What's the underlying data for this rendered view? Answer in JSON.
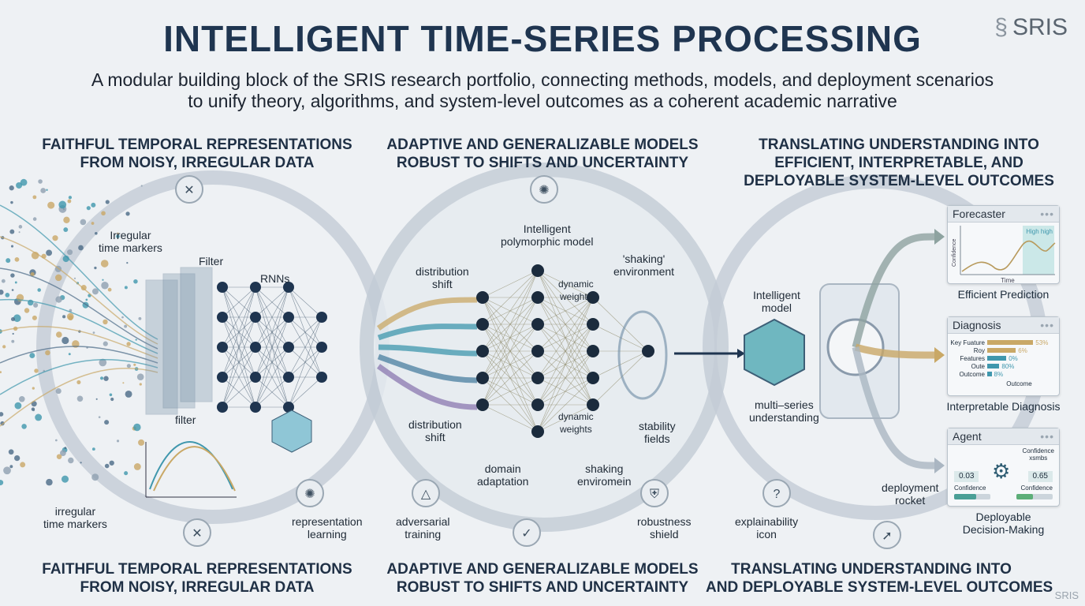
{
  "title": "INTELLIGENT TIME-SERIES PROCESSING",
  "subtitle": [
    "A modular building block of the SRIS research portfolio, connecting methods, models, and deployment scenarios",
    "to unify theory, algorithms, and system-level outcomes as a coherent academic narrative"
  ],
  "logo": "SRIS",
  "watermark": "SRIS",
  "headings_top": [
    "FAITHFUL TEMPORAL REPRESENTATIONS\nFROM NOISY, IRREGULAR DATA",
    "ADAPTIVE AND GENERALIZABLE MODELS\nROBUST TO SHIFTS AND UNCERTAINTY",
    "TRANSLATING UNDERSTANDING INTO\nEFFICIENT, INTERPRETABLE, AND\nDEPLOYABLE SYSTEM-LEVEL OUTCOMES"
  ],
  "headings_bottom": [
    "FAITHFUL TEMPORAL REPRESENTATIONS\nFROM NOISY, IRREGULAR DATA",
    "ADAPTIVE AND GENERALIZABLE MODELS\nROBUST TO SHIFTS AND UNCERTAINTY",
    "TRANSLATING UNDERSTANDING INTO\nAND DEPLOYABLE SYSTEM-LEVEL OUTCOMES"
  ],
  "left": {
    "irregular_top": "Irregular\ntime markers",
    "filter_top": "Filter",
    "rnns": "RNNs",
    "filter_bottom": "filter",
    "irregular_bottom": "irregular\ntime markers",
    "rep_learning": "representation\nlearning"
  },
  "middle": {
    "poly": "Intelligent\npolymorphic model",
    "shift_top": "distribution\nshift",
    "dyn_top": "dynamic\nweights",
    "shaking_top": "'shaking'\nenvironment",
    "shift_bottom": "distribution\nshift",
    "dyn_bottom": "dynamic\nweights",
    "stability": "stability\nfields",
    "domain": "domain\nadaptation",
    "shaking_bottom": "shaking\nenviromein",
    "adversarial": "adversarial\ntraining",
    "shield": "robustness\nshield"
  },
  "right": {
    "model": "Intelligent\nmodel",
    "multi": "multi–series\nunderstanding",
    "rocket": "deployment\nrocket",
    "explain": "explainability\nicon"
  },
  "forecaster": {
    "title": "Forecaster",
    "highlight": "High high",
    "ylabel": "Confidence",
    "xlabel": "Time",
    "caption": "Efficient Prediction"
  },
  "diagnosis": {
    "title": "Diagnosis",
    "xlabel": "Outcome",
    "caption": "Interpretable Diagnosis",
    "bars": [
      {
        "name": "Key Fuature",
        "value": "53%",
        "pct": 53,
        "color": "#c9a866"
      },
      {
        "name": "Roy",
        "value": "6%",
        "pct": 33,
        "color": "#c9a866"
      },
      {
        "name": "Features",
        "value": "0%",
        "pct": 22,
        "color": "#3f97ad"
      },
      {
        "name": "Oute",
        "value": "80%",
        "pct": 14,
        "color": "#3f97ad"
      },
      {
        "name": "Outcome",
        "value": "8%",
        "pct": 5,
        "color": "#3f97ad"
      }
    ]
  },
  "agent": {
    "title": "Agent",
    "left_value": "0.03",
    "right_value": "0.65",
    "left_label": "Confidence",
    "right_label": "Confidence",
    "top_label": "Confidence\nxsmbs",
    "caption": "Deployable\nDecision-Making",
    "left_fill": 0.6,
    "right_fill": 0.45
  },
  "colors": {
    "navy": "#1f3550",
    "teal": "#3f97ad",
    "gold": "#c9a866",
    "ring": "#c3ccd6"
  }
}
